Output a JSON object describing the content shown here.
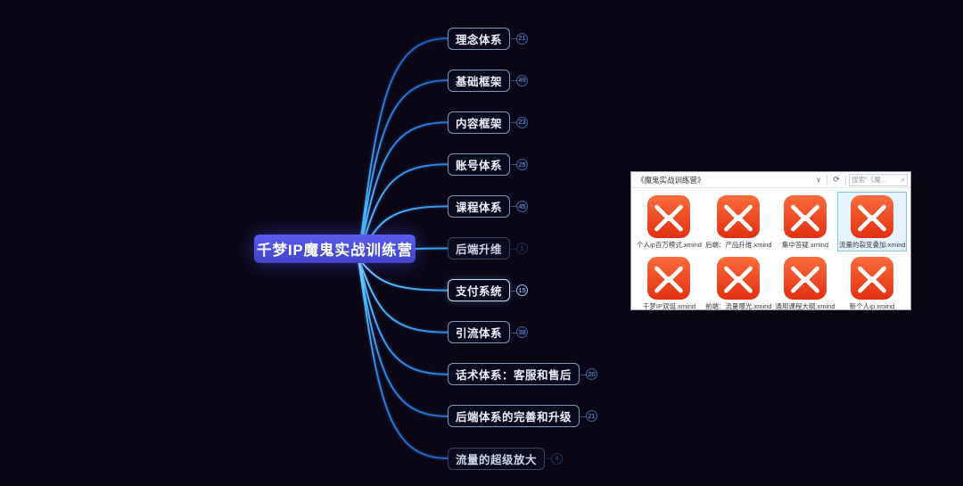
{
  "mindmap": {
    "root": {
      "label": "千梦IP魔鬼实战训练营"
    },
    "branches": [
      {
        "label": "理念体系",
        "badge": "21"
      },
      {
        "label": "基础框架",
        "badge": "49"
      },
      {
        "label": "内容框架",
        "badge": "23"
      },
      {
        "label": "账号体系",
        "badge": "25"
      },
      {
        "label": "课程体系",
        "badge": "45"
      },
      {
        "label": "后端升维",
        "badge": "1",
        "dim": true
      },
      {
        "label": "支付系统",
        "badge": "15",
        "highlight": true
      },
      {
        "label": "引流体系",
        "badge": "38"
      },
      {
        "label": "话术体系：客服和售后",
        "badge": "20"
      },
      {
        "label": "后端体系的完善和升级",
        "badge": "21"
      },
      {
        "label": "流量的超级放大",
        "badge": "4",
        "dim": true
      }
    ]
  },
  "file_window": {
    "address": "《魔鬼实战训练营》",
    "search_text": "搜索\"《魔...",
    "icons": {
      "dropdown": "∨",
      "refresh": "⟳",
      "search": "⌕"
    },
    "files": [
      {
        "name": "个人ip百万模式.xmind"
      },
      {
        "name": "后端：产品升维.xmind"
      },
      {
        "name": "集中答疑.xmind"
      },
      {
        "name": "流量的裂变叠加.xmind",
        "selected": true
      },
      {
        "name": "千梦IP双诞.xmind"
      },
      {
        "name": "前端：流量曝光.xmind"
      },
      {
        "name": "通用课程大纲.xmind"
      },
      {
        "name": "新个人ip.xmind"
      }
    ]
  },
  "colors": {
    "background": "#0a0616",
    "root_gradient_top": "#5a5cee",
    "root_gradient_bottom": "#4143c9",
    "branch_line_bright": "#8ee4ff",
    "branch_line_dark": "#1d55b0",
    "topic_border": "#a0c8f0",
    "xmind_icon_top": "#fb6c3c",
    "xmind_icon_bottom": "#e22f12",
    "selection": "#84c5f2"
  }
}
